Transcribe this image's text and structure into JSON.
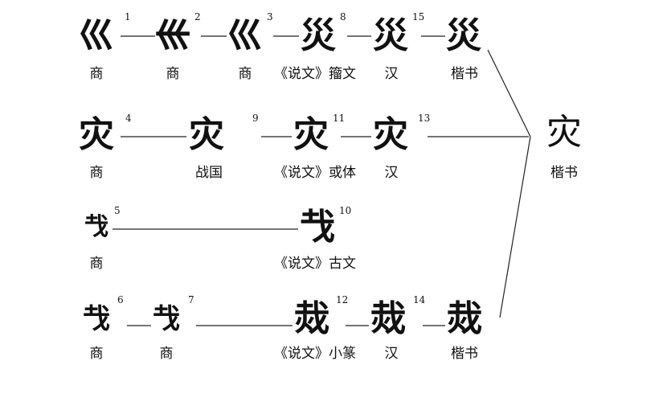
{
  "rows": [
    {
      "items": [
        {
          "glyph": "巛",
          "num": "1",
          "label": "商"
        },
        {
          "glyph": "𡿧",
          "num": "2",
          "label": "商"
        },
        {
          "glyph": "巛",
          "num": "3",
          "label": "商"
        },
        {
          "glyph": "災",
          "num": "8",
          "label": "《说文》籀文"
        },
        {
          "glyph": "災",
          "num": "15",
          "label": "汉"
        },
        {
          "glyph": "災",
          "label": "楷书"
        }
      ]
    },
    {
      "items": [
        {
          "glyph": "灾",
          "num": "4",
          "label": "商"
        },
        {
          "glyph": "灾",
          "num": "9",
          "label": "战国"
        },
        {
          "glyph": "灾",
          "num": "11",
          "label": "《说文》或体"
        },
        {
          "glyph": "灾",
          "num": "13",
          "label": "汉"
        }
      ]
    },
    {
      "items": [
        {
          "glyph": "𢦏",
          "num": "5",
          "label": "商"
        },
        {
          "glyph": "𢦏",
          "num": "10",
          "label": "《说文》古文"
        }
      ]
    },
    {
      "items": [
        {
          "glyph": "𢦏",
          "num": "6",
          "label": "商"
        },
        {
          "glyph": "𢦏",
          "num": "7",
          "label": "商"
        },
        {
          "glyph": "烖",
          "num": "12",
          "label": "《说文》小篆"
        },
        {
          "glyph": "烖",
          "num": "14",
          "label": "汉"
        },
        {
          "glyph": "烖",
          "label": "楷书"
        }
      ]
    }
  ],
  "result": {
    "glyph": "灾",
    "label": "楷书"
  }
}
